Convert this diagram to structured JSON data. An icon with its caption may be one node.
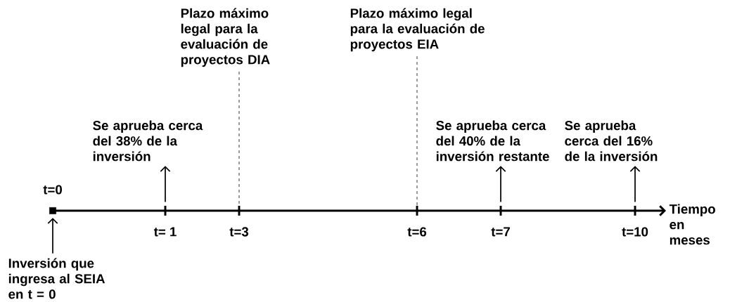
{
  "diagram": {
    "nodes": [
      {
        "text": [],
        "shape": "box",
        "beside": [
          "t=0"
        ]
      },
      {
        "text": [
          "Inversión que ingresa al SEIA en t = 0"
        ]
      },
      {
        "text": [
          "Se aprueba cerca del 38% de la inversión"
        ]
      },
      {
        "text": [
          "Plazo máximo legal para la evaluación de proyectos DIA"
        ]
      },
      {
        "text": [
          "Plazo máximo legal para la evaluación de proyectos EIA"
        ]
      },
      {
        "text": [
          "Se aprueba cerca del 40% de la inversión restante"
        ]
      },
      {
        "text": [
          "Se aprueba cerca del 16% de la inversión"
        ]
      },
      {
        "text": [],
        "shape": "bar",
        "beside": [
          "t= 1"
        ]
      },
      {
        "text": [],
        "shape": "bar",
        "beside": [
          "t=3"
        ]
      },
      {
        "text": [],
        "shape": "bar",
        "beside": [
          "t=6"
        ]
      },
      {
        "text": [],
        "shape": "bar",
        "beside": [
          "t=7"
        ]
      },
      {
        "text": [],
        "shape": "bar",
        "beside": [
          "t=10"
        ]
      }
    ],
    "edges": [
      {
        "from": 1,
        "to": 0,
        "arrow": "to"
      },
      {
        "from": 7,
        "to": 2,
        "arrow": "to"
      },
      {
        "from": 3,
        "to": 8,
        "arrow": "none",
        "style": "dashed"
      },
      {
        "from": 4,
        "to": 9,
        "arrow": "none",
        "style": "dashed"
      },
      {
        "from": 10,
        "to": 5,
        "arrow": "to"
      },
      {
        "from": 11,
        "to": 6,
        "arrow": "to"
      }
    ],
    "labels": [
      "Tiempo en meses"
    ]
  }
}
